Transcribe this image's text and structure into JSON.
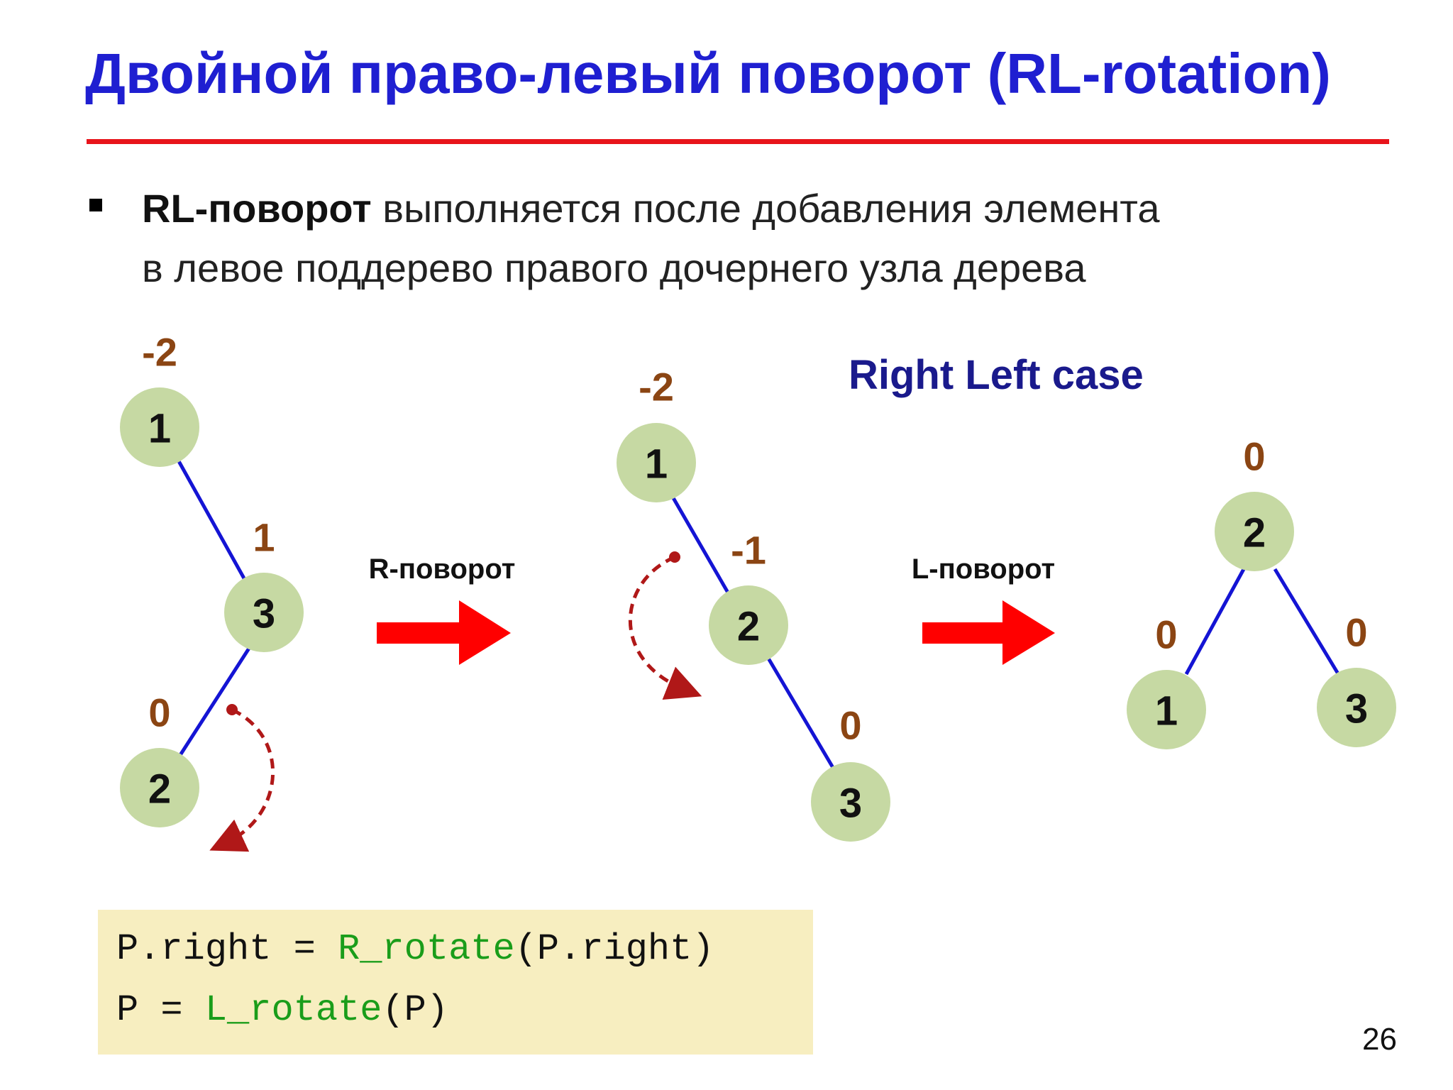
{
  "slide": {
    "title": "Двойной право-левый поворот (RL-rotation)",
    "bullet_bold": "RL-поворот",
    "bullet_rest": " выполняется после добавления элемента",
    "bullet_line2": "в левое поддерево правого дочернего узла дерева",
    "case_label": "Right Left case",
    "page_number": "26"
  },
  "colors": {
    "title": "#1f1fd1",
    "rule": "#e8141b",
    "node_fill": "#c6d9a3",
    "edge": "#1414d4",
    "balance": "#8b4513",
    "arrow": "#ff0000",
    "code_bg": "#f7eec0",
    "code_fn": "#1a9d1a"
  },
  "steps": [
    {
      "label": "R-поворот"
    },
    {
      "label": "L-поворот"
    }
  ],
  "trees": [
    {
      "name": "before",
      "nodes": [
        {
          "key": "1",
          "balance": "-2"
        },
        {
          "key": "3",
          "balance": "1"
        },
        {
          "key": "2",
          "balance": "0"
        }
      ]
    },
    {
      "name": "after-right-rotation",
      "nodes": [
        {
          "key": "1",
          "balance": "-2"
        },
        {
          "key": "2",
          "balance": "-1"
        },
        {
          "key": "3",
          "balance": "0"
        }
      ]
    },
    {
      "name": "after-left-rotation",
      "nodes": [
        {
          "key": "2",
          "balance": "0"
        },
        {
          "key": "1",
          "balance": "0"
        },
        {
          "key": "3",
          "balance": "0"
        }
      ]
    }
  ],
  "code": {
    "line1_prefix": "P.right = ",
    "line1_fn": "R_rotate",
    "line1_suffix": "(P.right)",
    "line2_prefix": "P = ",
    "line2_fn": "L_rotate",
    "line2_suffix": "(P)"
  }
}
